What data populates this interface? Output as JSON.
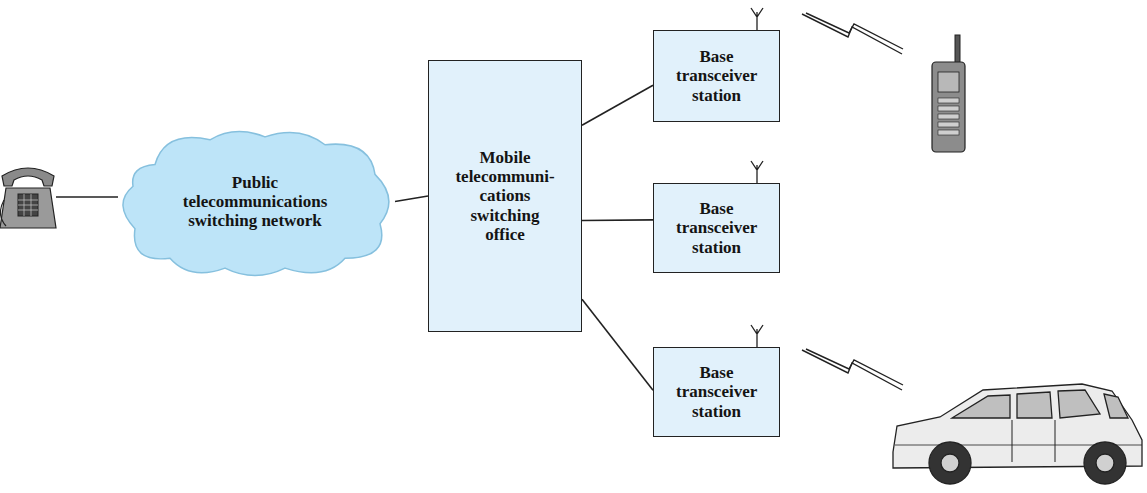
{
  "diagram": {
    "nodes": [
      {
        "text": [
          "Public telecommunications switching network"
        ]
      },
      {
        "text": [
          "Mobile telecommuni- cations switching office"
        ]
      },
      {
        "text": [
          "Base transceiver station"
        ]
      },
      {
        "text": [
          "Base transceiver station"
        ]
      },
      {
        "text": [
          "Base transceiver station"
        ]
      }
    ],
    "edges": [
      {
        "from": 0,
        "to": 1,
        "arrow": "none"
      },
      {
        "from": 1,
        "to": 2,
        "arrow": "none"
      },
      {
        "from": 1,
        "to": 3,
        "arrow": "none"
      },
      {
        "from": 1,
        "to": 4,
        "arrow": "none"
      }
    ]
  }
}
